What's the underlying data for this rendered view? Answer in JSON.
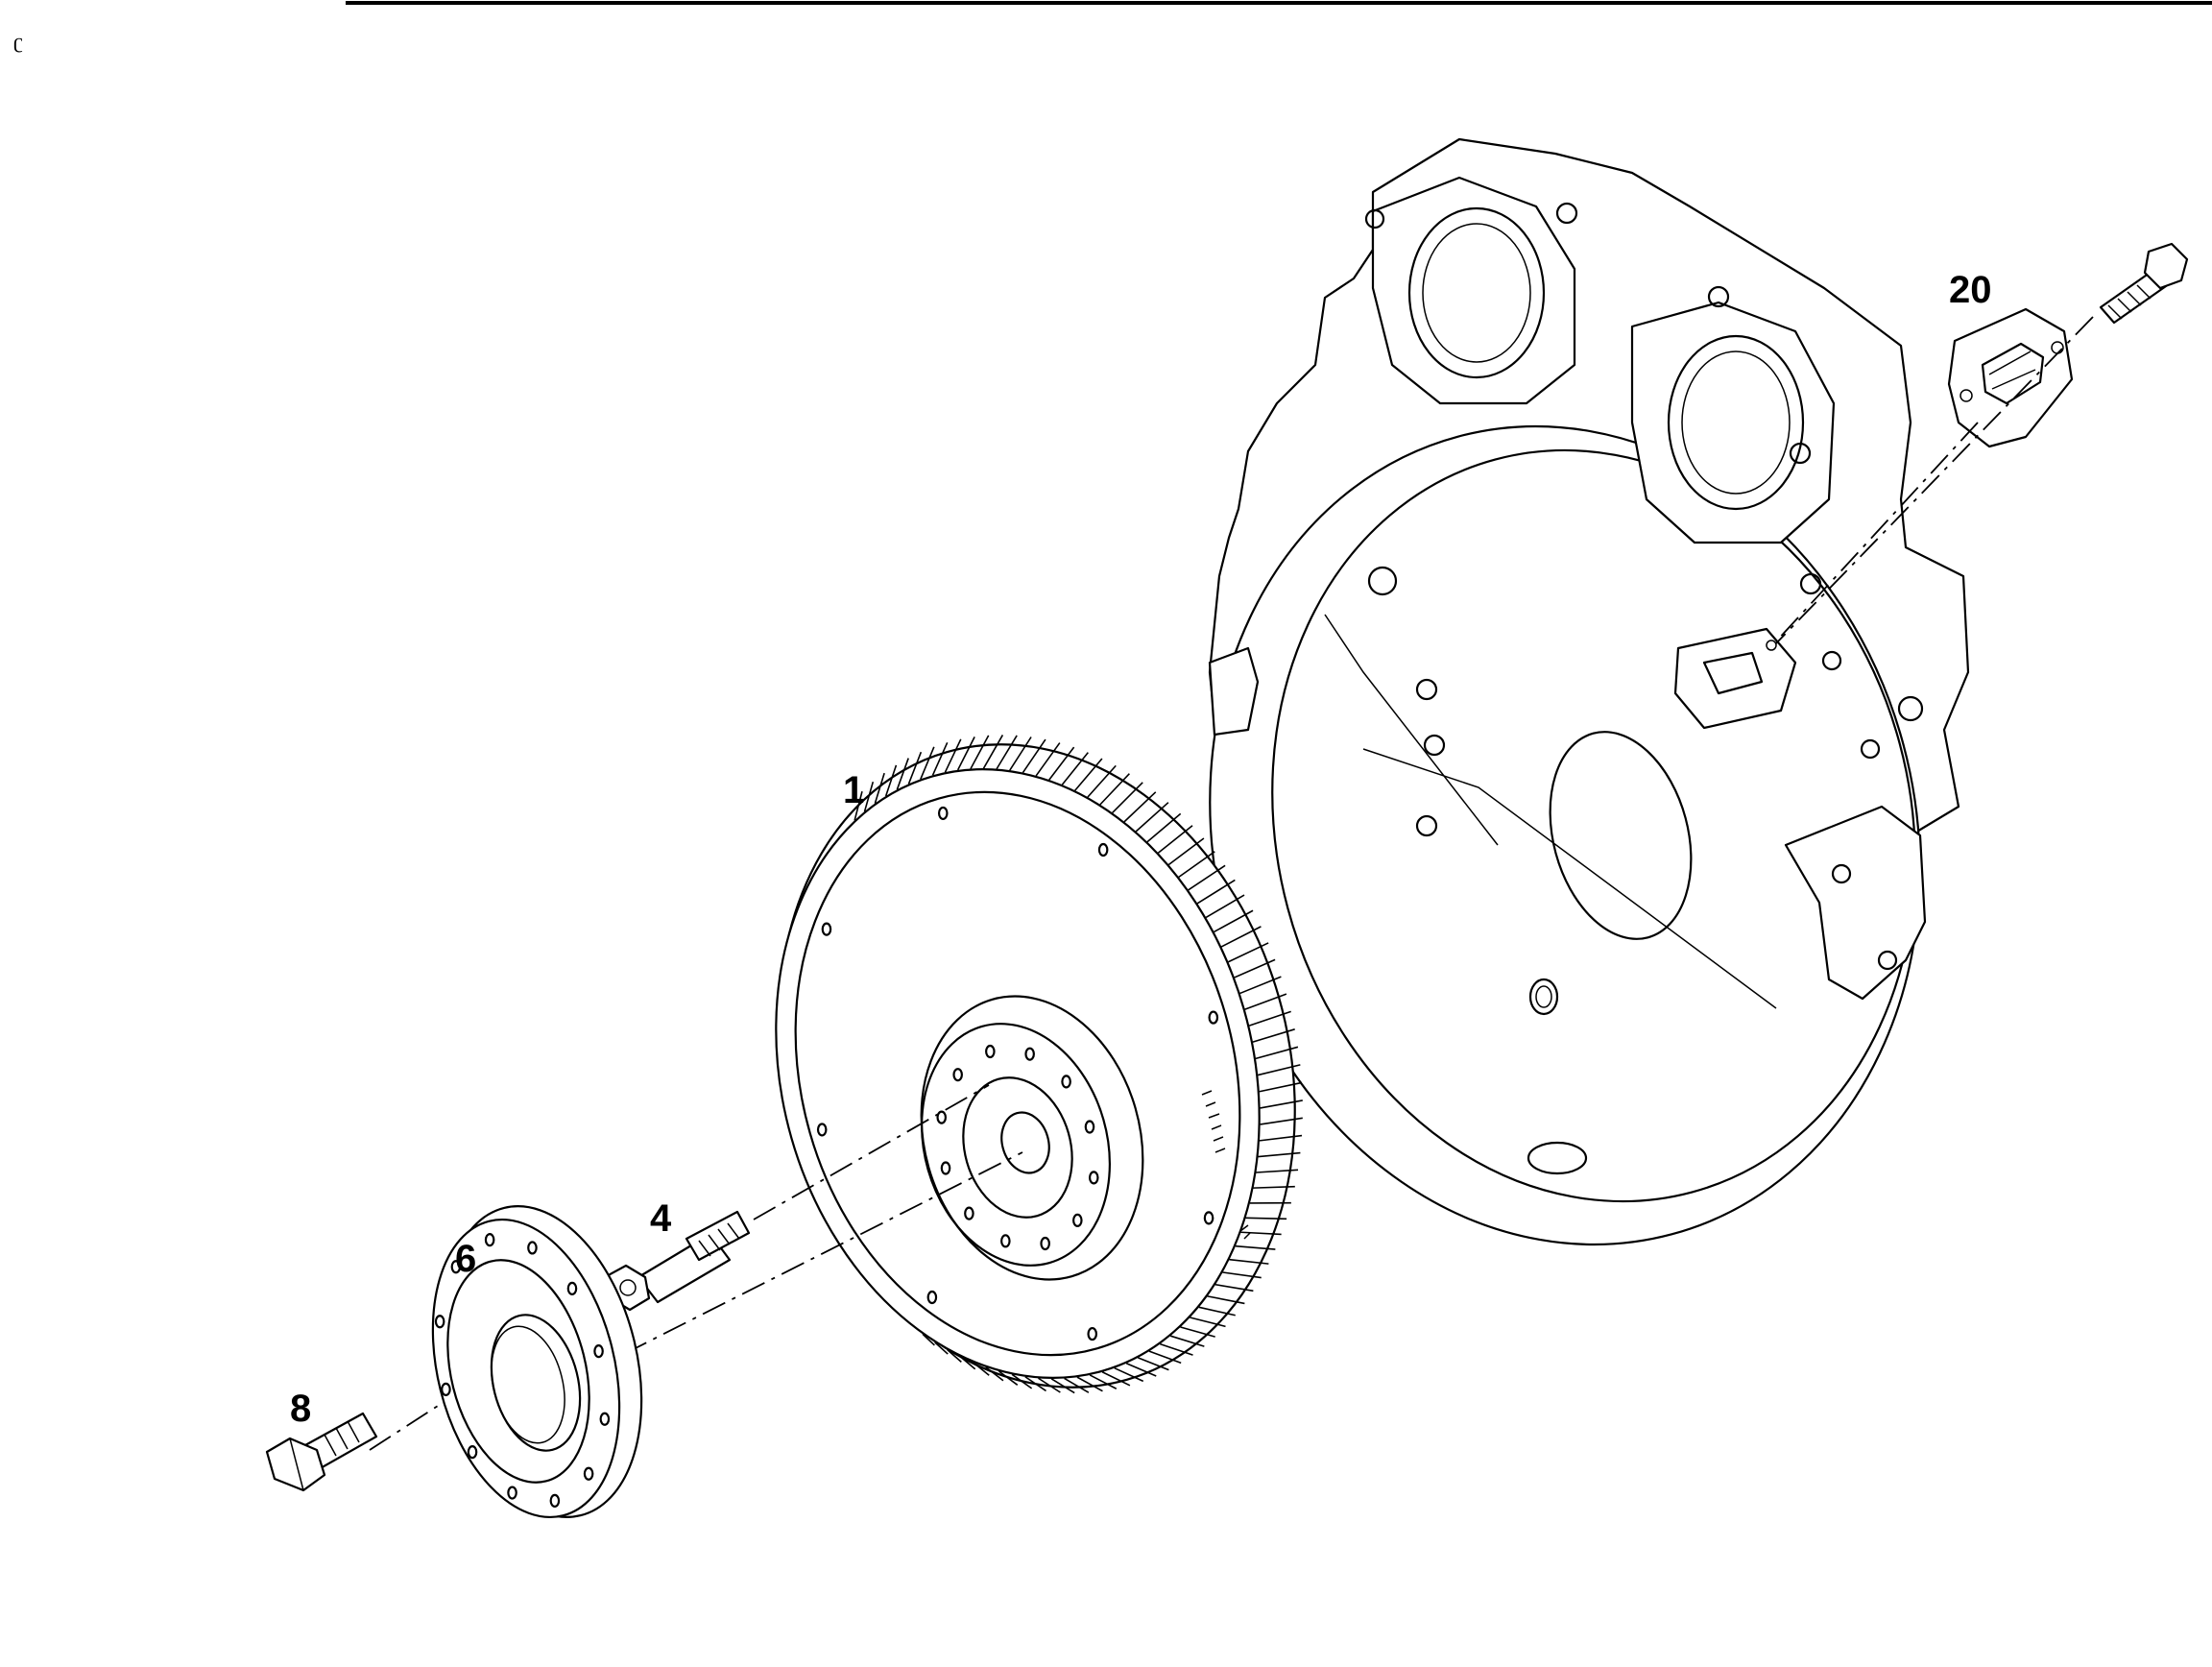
{
  "diagram": {
    "corner_mark": "ʗ",
    "callouts": [
      {
        "id": "1"
      },
      {
        "id": "4"
      },
      {
        "id": "6"
      },
      {
        "id": "8"
      },
      {
        "id": "20"
      }
    ]
  },
  "colors": {
    "line": "#000000",
    "background": "#ffffff"
  }
}
